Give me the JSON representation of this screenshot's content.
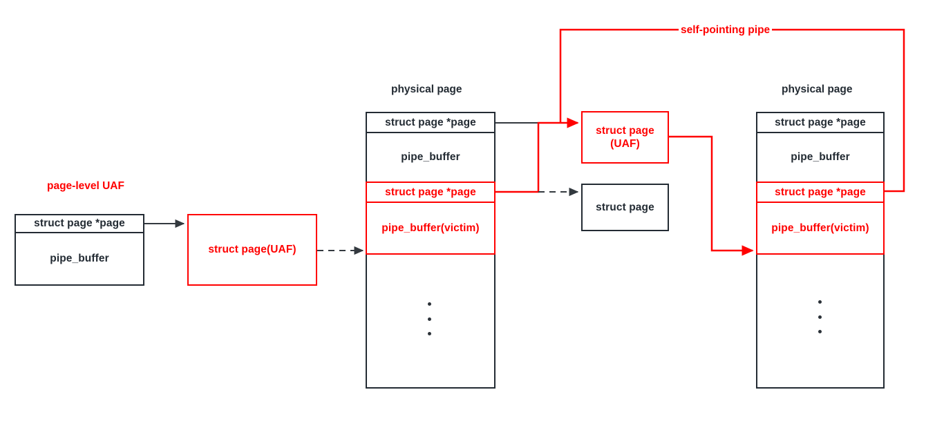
{
  "diagram": {
    "title": "page-level UAF / self-pointing pipe",
    "colors": {
      "accent_red": "#ff0000",
      "outline_black": "#232b33",
      "background": "#ffffff"
    },
    "labels": {
      "page_level_uaf": "page-level UAF",
      "self_pointing_pipe": "self-pointing pipe",
      "physical_page_middle": "physical page",
      "physical_page_right": "physical page"
    },
    "left_group": {
      "pipe_box": {
        "rows": [
          {
            "text": "struct page *page",
            "color": "black"
          },
          {
            "text": "pipe_buffer",
            "color": "black"
          }
        ]
      },
      "uaf_box": {
        "text": "struct page(UAF)",
        "color": "red"
      }
    },
    "middle_page": {
      "caption": "physical page",
      "rows": [
        {
          "text": "struct page *page",
          "color": "black"
        },
        {
          "text": "pipe_buffer",
          "color": "black"
        },
        {
          "text": "struct page *page",
          "color": "red"
        },
        {
          "text": "pipe_buffer(victim)",
          "color": "red"
        }
      ],
      "ellipsis": "⋮"
    },
    "right_page": {
      "caption": "physical page",
      "rows": [
        {
          "text": "struct page *page",
          "color": "black"
        },
        {
          "text": "pipe_buffer",
          "color": "black"
        },
        {
          "text": "struct page *page",
          "color": "red"
        },
        {
          "text": "pipe_buffer(victim)",
          "color": "red"
        }
      ],
      "ellipsis": "⋮"
    },
    "center_boxes": {
      "uaf_page": {
        "line1": "struct page",
        "line2": "(UAF)",
        "color": "red"
      },
      "normal_page": {
        "text": "struct page",
        "color": "black"
      }
    },
    "edges": [
      {
        "name": "left-pipe-to-uaf",
        "style": "solid",
        "color": "black",
        "arrow": true
      },
      {
        "name": "left-uaf-to-middle-victim",
        "style": "dashed",
        "color": "black",
        "arrow": true
      },
      {
        "name": "middle-header-to-uaf-page",
        "style": "solid",
        "color": "black",
        "arrow": false
      },
      {
        "name": "middle-victim-to-uaf-page",
        "style": "solid",
        "color": "red",
        "arrow": true
      },
      {
        "name": "middle-victim-to-normal-page",
        "style": "dashed",
        "color": "black",
        "arrow": true
      },
      {
        "name": "uaf-page-to-right-victim",
        "style": "solid",
        "color": "red",
        "arrow": true
      },
      {
        "name": "right-victim-to-uaf-page-loop",
        "style": "solid",
        "color": "red",
        "arrow": false
      }
    ]
  }
}
